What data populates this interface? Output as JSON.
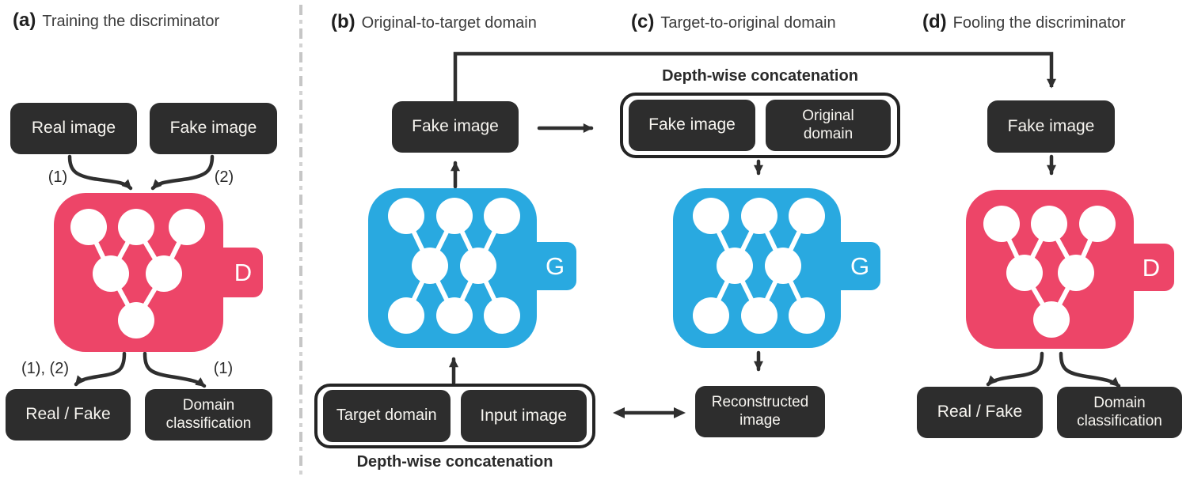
{
  "colors": {
    "pink": "#ED4568",
    "blue": "#29A9E0",
    "box_dark": "#2D2D2D",
    "line": "#2F2F2F",
    "divider": "#C6C6C6",
    "text_light": "#F7F5F0",
    "title_text": "#3C3C3C"
  },
  "panels": [
    {
      "tag": "(a)",
      "title": "Training the discriminator"
    },
    {
      "tag": "(b)",
      "title": "Original-to-target domain"
    },
    {
      "tag": "(c)",
      "title": "Target-to-original domain"
    },
    {
      "tag": "(d)",
      "title": "Fooling the discriminator"
    }
  ],
  "a": {
    "real_image": "Real image",
    "fake_image": "Fake image",
    "label_in_1": "(1)",
    "label_in_2": "(2)",
    "label_out_left": "(1), (2)",
    "label_out_right": "(1)",
    "real_fake": "Real / Fake",
    "domain_classification": "Domain classification",
    "letter": "D"
  },
  "b": {
    "fake_image": "Fake image",
    "target_domain": "Target domain",
    "input_image": "Input image",
    "concat_label": "Depth-wise concatenation",
    "letter": "G"
  },
  "c": {
    "concat_label": "Depth-wise concatenation",
    "fake_image": "Fake image",
    "original_domain": "Original domain",
    "reconstructed_image": "Reconstructed image",
    "letter": "G"
  },
  "d": {
    "fake_image": "Fake image",
    "real_fake": "Real / Fake",
    "domain_classification": "Domain classification",
    "letter": "D"
  }
}
